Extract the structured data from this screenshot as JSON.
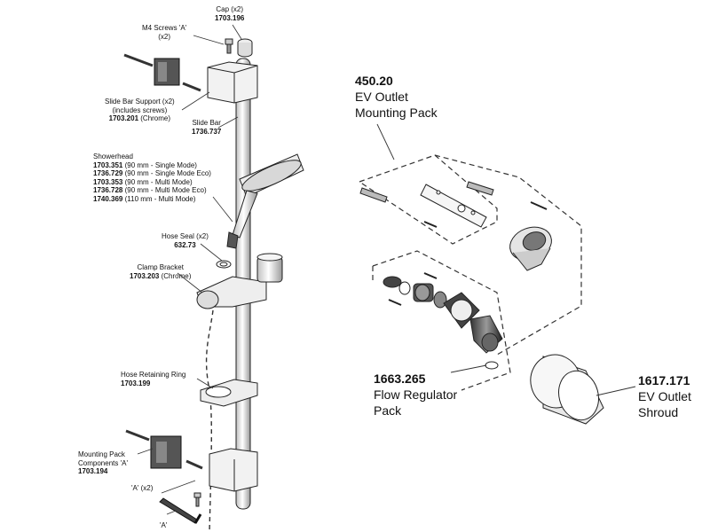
{
  "labels": {
    "cap": {
      "name": "Cap (x2)",
      "code": "1703.196"
    },
    "m4_screws": {
      "line1": "M4 Screws 'A'",
      "line2": "(x2)"
    },
    "slide_bar_support": {
      "line1": "Slide Bar Support (x2)",
      "line2": "(includes screws)",
      "code": "1703.201",
      "suffix": " (Chrome)"
    },
    "slide_bar": {
      "name": "Slide Bar",
      "code": "1736.737"
    },
    "showerhead": {
      "name": "Showerhead",
      "variants": [
        {
          "code": "1703.351",
          "desc": " (90 mm - Single Mode)"
        },
        {
          "code": "1736.729",
          "desc": " (90 mm - Single Mode Eco)"
        },
        {
          "code": "1703.353",
          "desc": " (90 mm - Multi Mode)"
        },
        {
          "code": "1736.728",
          "desc": " (90 mm - Multi Mode Eco)"
        },
        {
          "code": "1740.369",
          "desc": " (110 mm - Multi Mode)"
        }
      ]
    },
    "hose_seal": {
      "name": "Hose Seal (x2)",
      "code": "632.73"
    },
    "clamp_bracket": {
      "name": "Clamp Bracket",
      "code": "1703.203",
      "suffix": " (Chrome)"
    },
    "hose_retaining_ring": {
      "name": "Hose Retaining Ring",
      "code": "1703.199"
    },
    "mounting_pack": {
      "line1": "Mounting Pack",
      "line2": "Components 'A'",
      "code": "1703.194"
    },
    "a_x2": {
      "text": "'A' (x2)"
    },
    "a_key": {
      "text": "'A'"
    }
  },
  "packs": {
    "ev_mounting": {
      "code": "450.20",
      "line1": "EV Outlet",
      "line2": "Mounting Pack"
    },
    "flow_regulator": {
      "code": "1663.265",
      "line1": "Flow Regulator",
      "line2": "Pack"
    },
    "ev_shroud": {
      "code": "1617.171",
      "line1": "EV Outlet",
      "line2": "Shroud"
    }
  }
}
